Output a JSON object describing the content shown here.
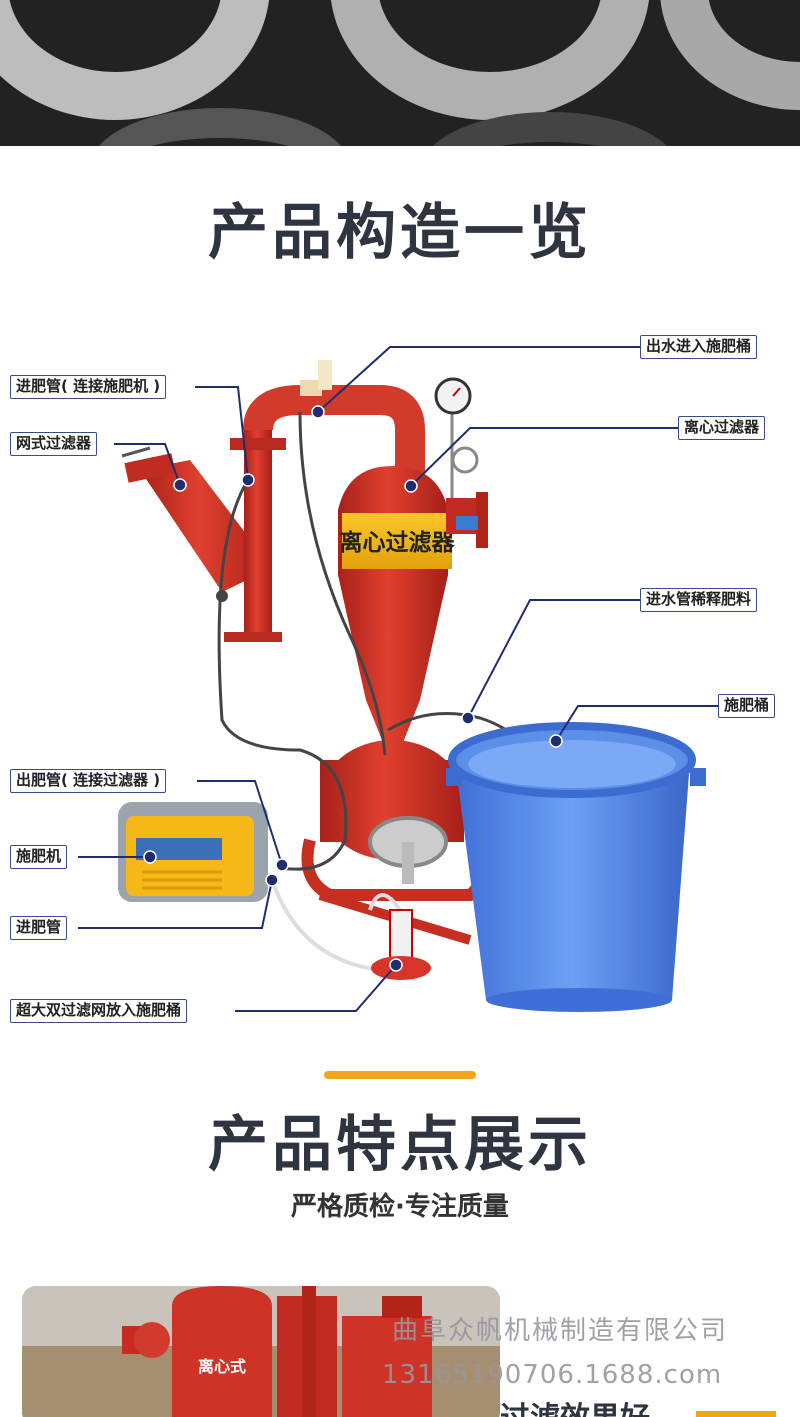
{
  "section1": {
    "title": "产品构造一览"
  },
  "section2": {
    "title": "产品特点展示",
    "subtitle": "严格质检·专注质量"
  },
  "labels": {
    "outlet_water": "出水进入施肥桶",
    "fert_inlet_pipe": "进肥管( 连接施肥机 )",
    "mesh_filter": "网式过滤器",
    "centrifugal_filter": "离心过滤器",
    "inlet_dilute": "进水管稀释肥料",
    "fert_bucket": "施肥桶",
    "fert_outlet_pipe": "出肥管( 连接过滤器 )",
    "fertilizer_machine": "施肥机",
    "fert_in": "进肥管",
    "double_filter": "超大双过滤网放入施肥桶"
  },
  "product": {
    "tank_sign": "离心过滤器",
    "photo_sign": "离心式"
  },
  "watermark": {
    "company": "曲阜众帆机械制造有限公司",
    "phone": "13165190706.1688.com"
  },
  "feature": {
    "label": "过滤效果好"
  },
  "colors": {
    "title": "#2e3541",
    "accent": "#f3a51a",
    "label_border": "#3a4b8c",
    "filter_red": "#d8352a",
    "bucket_blue": "#4f86e8"
  }
}
